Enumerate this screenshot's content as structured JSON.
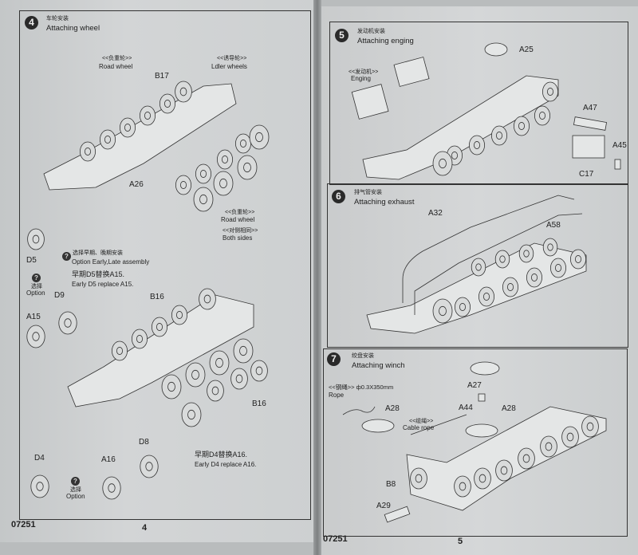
{
  "left_page": {
    "step4": {
      "number": "4",
      "title_cn": "车轮安装",
      "title_en": "Attaching wheel",
      "road_wheel_cn": "<<负重轮>>",
      "road_wheel_en": "Road wheel",
      "idler_cn": "<<诱导轮>>",
      "idler_en": "Ldler wheels",
      "b17": "B17",
      "a26": "A26",
      "road_wheel2_cn": "<<负重轮>>",
      "road_wheel2_en": "Road wheel",
      "both_sides_cn": "<<对侧相同>>",
      "both_sides_en": "Both sides",
      "d5": "D5",
      "option_icon": "?",
      "option_cn": "选择早期、晚期安装",
      "option_en": "Option Early,Late assembly",
      "early_d5_cn": "早期D5替换A15.",
      "early_d5_en": "Early D5 replace A15.",
      "option_small_cn": "选择",
      "option_small_en": "Option",
      "d9": "D9",
      "a15": "A15",
      "b16_top": "B16",
      "b16_bottom": "B16",
      "d8": "D8",
      "d4": "D4",
      "a16": "A16",
      "option2_cn": "选择",
      "option2_en": "Option",
      "early_d4_cn": "早期D4替换A16.",
      "early_d4_en": "Early D4 replace A16."
    },
    "kit_number": "07251",
    "page_number": "4"
  },
  "right_page": {
    "step5": {
      "number": "5",
      "title_cn": "发动机安装",
      "title_en": "Attaching enging",
      "engine_cn": "<<发动机>>",
      "engine_en": "Enging",
      "a25": "A25",
      "a47": "A47",
      "a45": "A45",
      "c17": "C17"
    },
    "step6": {
      "number": "6",
      "title_cn": "排气管安装",
      "title_en": "Attaching exhaust",
      "a32": "A32",
      "a58": "A58"
    },
    "step7": {
      "number": "7",
      "title_cn": "绞盘安装",
      "title_en": "Attaching winch",
      "rope_spec": "<<钢绳>> ф0.3X350mm",
      "rope_en": "Rope",
      "a28_left": "A28",
      "cable_cn": "<<缆绳>>",
      "cable_en": "Cable rope",
      "a27": "A27",
      "a44": "A44",
      "a28_right": "A28",
      "b8": "B8",
      "a29": "A29"
    },
    "kit_number": "07251",
    "page_number": "5"
  }
}
